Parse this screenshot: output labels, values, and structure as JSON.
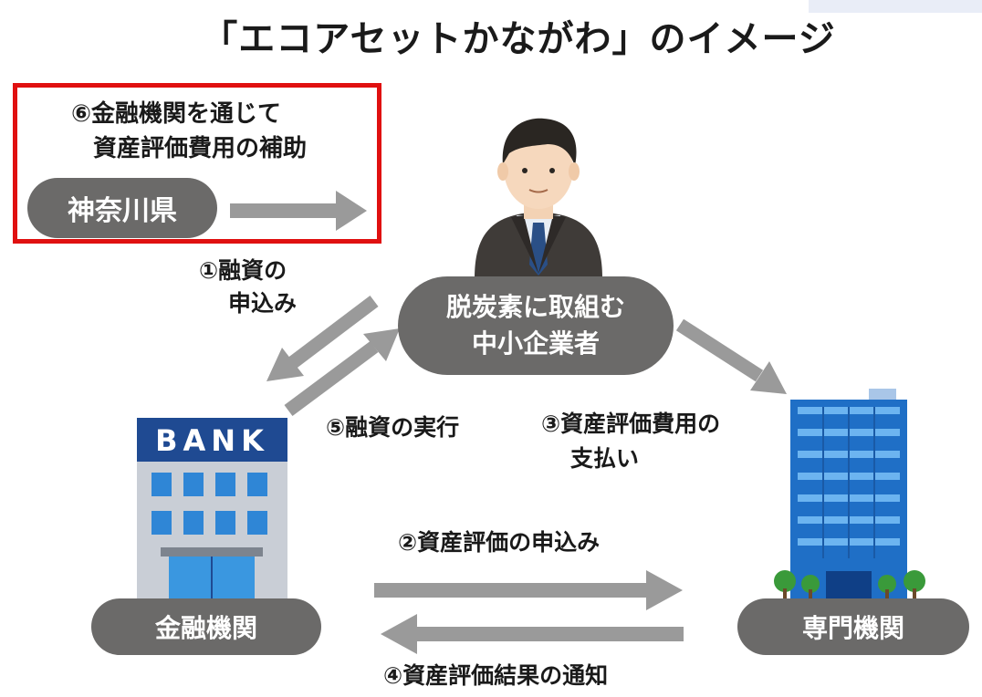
{
  "title": "「エコアセットかながわ」のイメージ",
  "nodes": {
    "kanagawa": "神奈川県",
    "sme_line1": "脱炭素に取組む",
    "sme_line2": "中小企業者",
    "bank": "金融機関",
    "expert": "専門機関",
    "bank_sign": "BANK"
  },
  "steps": {
    "step1_line1": "①融資の",
    "step1_line2": "申込み",
    "step2": "②資産評価の申込み",
    "step3_line1": "③資産評価費用の",
    "step3_line2": "支払い",
    "step4": "④資産評価結果の通知",
    "step5": "⑤融資の実行",
    "step6_line1": "⑥金融機関を通じて",
    "step6_line2": "資産評価費用の補助"
  },
  "colors": {
    "pill": "#6b6a69",
    "arrow": "#9a9a9a",
    "highlight": "#e01010"
  }
}
